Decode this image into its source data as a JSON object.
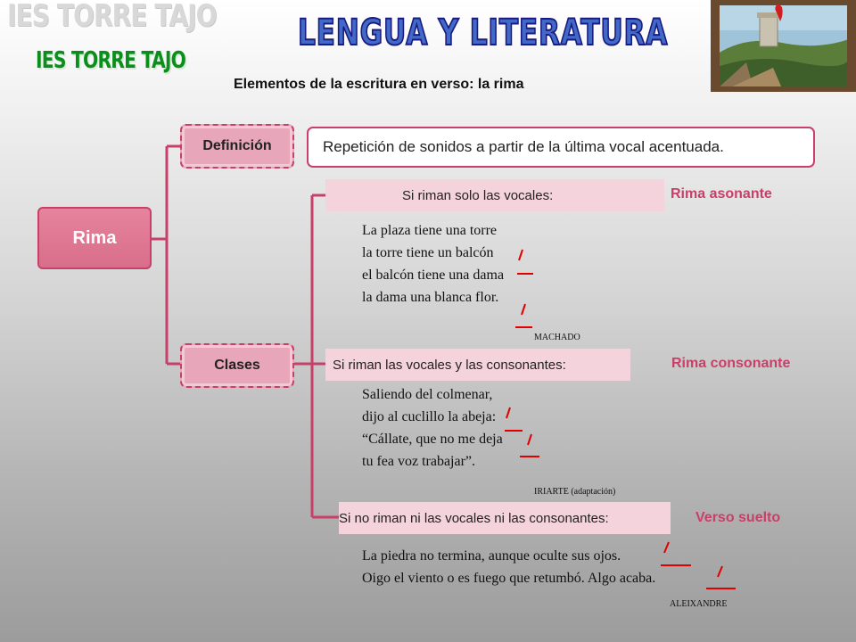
{
  "header": {
    "school_faded": "IES TORRE TAJO",
    "school": "IES TORRE TAJO",
    "subject": "LENGUA Y LITERATURA",
    "title": "Elementos de la escritura en verso: la rima"
  },
  "logo_icon": "coastal-tower-painting",
  "root": {
    "label": "Rima"
  },
  "definicion": {
    "label": "Definición",
    "text": "Repetición de sonidos a partir de la última vocal acentuada."
  },
  "clases": {
    "label": "Clases",
    "items": [
      {
        "condition": "Si riman solo las vocales:",
        "type": "Rima asonante",
        "poem": [
          "La plaza tiene una torre",
          "la torre tiene un balcón",
          "el balcón tiene una dama",
          "la dama una blanca flor."
        ],
        "author": "MACHADO"
      },
      {
        "condition": "Si riman las vocales y las consonantes:",
        "type": "Rima consonante",
        "poem": [
          "Saliendo del colmenar,",
          "dijo al cuclillo la abeja:",
          "“Cállate, que no me deja",
          "tu fea voz trabajar”."
        ],
        "author": "IRIARTE (adaptación)"
      },
      {
        "condition": "Si no riman ni las vocales ni las consonantes:",
        "type": "Verso suelto",
        "poem": [
          "La piedra no termina, aunque oculte sus ojos.",
          "Oigo el viento o es fuego que retumbó. Algo acaba."
        ],
        "author": "ALEIXANDRE"
      }
    ]
  },
  "colors": {
    "accent": "#c8406a",
    "pill_fill": "#e7a6ba",
    "condition_fill": "#f5d3dd",
    "school_green": "#0b8f1c",
    "subject_blue": "#4169c7",
    "mark_red": "#e00000"
  }
}
